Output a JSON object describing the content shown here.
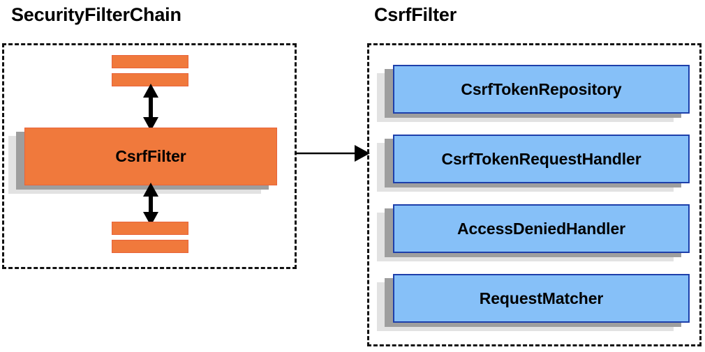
{
  "diagram": {
    "type": "component-relationship-diagram",
    "background": "#ffffff",
    "colors": {
      "orange_fill": "#f0793c",
      "orange_border": "#e8633a",
      "blue_fill": "#86c0f8",
      "blue_border": "#1d3faa",
      "shadow_mid": "#9e9e9e",
      "shadow_back": "#e2e2e2",
      "outline": "#111111",
      "text": "#000000"
    }
  },
  "panels": [
    {
      "id": "securityfilterchain",
      "title": "SecurityFilterChain",
      "border_style": "dashed"
    },
    {
      "id": "csrffilter",
      "title": "CsrfFilter",
      "border_style": "dashed"
    }
  ],
  "left_panel": {
    "title": "SecurityFilterChain",
    "main_node": {
      "label": "CsrfFilter",
      "style": "orange-stacked"
    },
    "filter_bars_top": [
      {
        "label": ""
      },
      {
        "label": ""
      }
    ],
    "filter_bars_bottom": [
      {
        "label": ""
      },
      {
        "label": ""
      }
    ],
    "connectors": [
      {
        "name": "top-bidirectional-arrow",
        "style": "double-headed-vertical"
      },
      {
        "name": "bottom-bidirectional-arrow",
        "style": "double-headed-vertical"
      }
    ]
  },
  "right_panel": {
    "title": "CsrfFilter",
    "dependencies": [
      {
        "label": "CsrfTokenRepository"
      },
      {
        "label": "CsrfTokenRequestHandler"
      },
      {
        "label": "AccessDeniedHandler"
      },
      {
        "label": "RequestMatcher"
      }
    ]
  },
  "cross_panel_connector": {
    "name": "csrffilter-expansion-arrow",
    "style": "single-headed-horizontal",
    "from": "CsrfFilter",
    "to": "CsrfFilter"
  }
}
